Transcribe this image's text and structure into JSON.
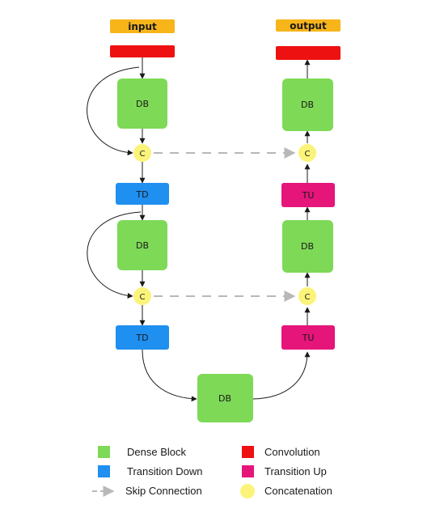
{
  "colors": {
    "dense_block": "#7ed957",
    "transition_down": "#1f8ff0",
    "transition_up": "#e5157a",
    "convolution": "#ee1111",
    "concatenation": "#fcf37a",
    "io_label": "#f7b51a",
    "skip_connection": "#b8b8b8",
    "arrow": "#1a1a1a"
  },
  "nodes": {
    "input_label": "input",
    "output_label": "output",
    "dense_block": "DB",
    "transition_down": "TD",
    "transition_up": "TU",
    "concat": "C"
  },
  "legend": {
    "dense_block": "Dense Block",
    "convolution": "Convolution",
    "transition_down": "Transition Down",
    "transition_up": "Transition Up",
    "skip_connection": "Skip Connection",
    "concatenation": "Concatenation"
  }
}
